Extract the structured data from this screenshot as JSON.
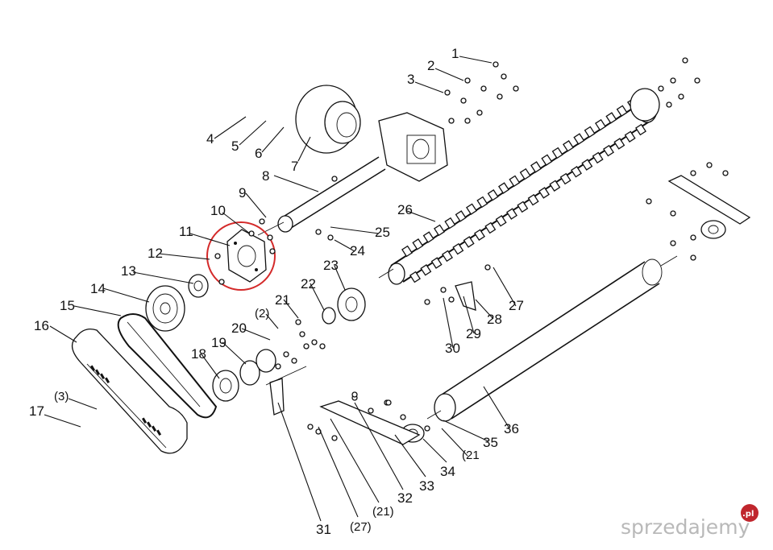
{
  "labels": [
    {
      "id": "1",
      "text": "1"
    },
    {
      "id": "2",
      "text": "2"
    },
    {
      "id": "3",
      "text": "3"
    },
    {
      "id": "4",
      "text": "4"
    },
    {
      "id": "5",
      "text": "5"
    },
    {
      "id": "6",
      "text": "6"
    },
    {
      "id": "7",
      "text": "7"
    },
    {
      "id": "8",
      "text": "8"
    },
    {
      "id": "9",
      "text": "9"
    },
    {
      "id": "10",
      "text": "10"
    },
    {
      "id": "11",
      "text": "11"
    },
    {
      "id": "12",
      "text": "12"
    },
    {
      "id": "13",
      "text": "13"
    },
    {
      "id": "14",
      "text": "14"
    },
    {
      "id": "15",
      "text": "15"
    },
    {
      "id": "16",
      "text": "16"
    },
    {
      "id": "17",
      "text": "17"
    },
    {
      "id": "3b",
      "text": "(3)"
    },
    {
      "id": "18",
      "text": "18"
    },
    {
      "id": "19",
      "text": "19"
    },
    {
      "id": "20",
      "text": "20"
    },
    {
      "id": "2b",
      "text": "(2)"
    },
    {
      "id": "21",
      "text": "21"
    },
    {
      "id": "22",
      "text": "22"
    },
    {
      "id": "23",
      "text": "23"
    },
    {
      "id": "24",
      "text": "24"
    },
    {
      "id": "25",
      "text": "25"
    },
    {
      "id": "26",
      "text": "26"
    },
    {
      "id": "27",
      "text": "27"
    },
    {
      "id": "28",
      "text": "28"
    },
    {
      "id": "29",
      "text": "29"
    },
    {
      "id": "30",
      "text": "30"
    },
    {
      "id": "31",
      "text": "31"
    },
    {
      "id": "27b",
      "text": "(27)"
    },
    {
      "id": "21b",
      "text": "(21)"
    },
    {
      "id": "32",
      "text": "32"
    },
    {
      "id": "33",
      "text": "33"
    },
    {
      "id": "34",
      "text": "34"
    },
    {
      "id": "21c",
      "text": "(21"
    },
    {
      "id": "35",
      "text": "35"
    },
    {
      "id": "36",
      "text": "36"
    }
  ],
  "watermark": {
    "text": "sprzedajemy",
    "badge": ".pl"
  },
  "highlight_color": "#d42a2a"
}
